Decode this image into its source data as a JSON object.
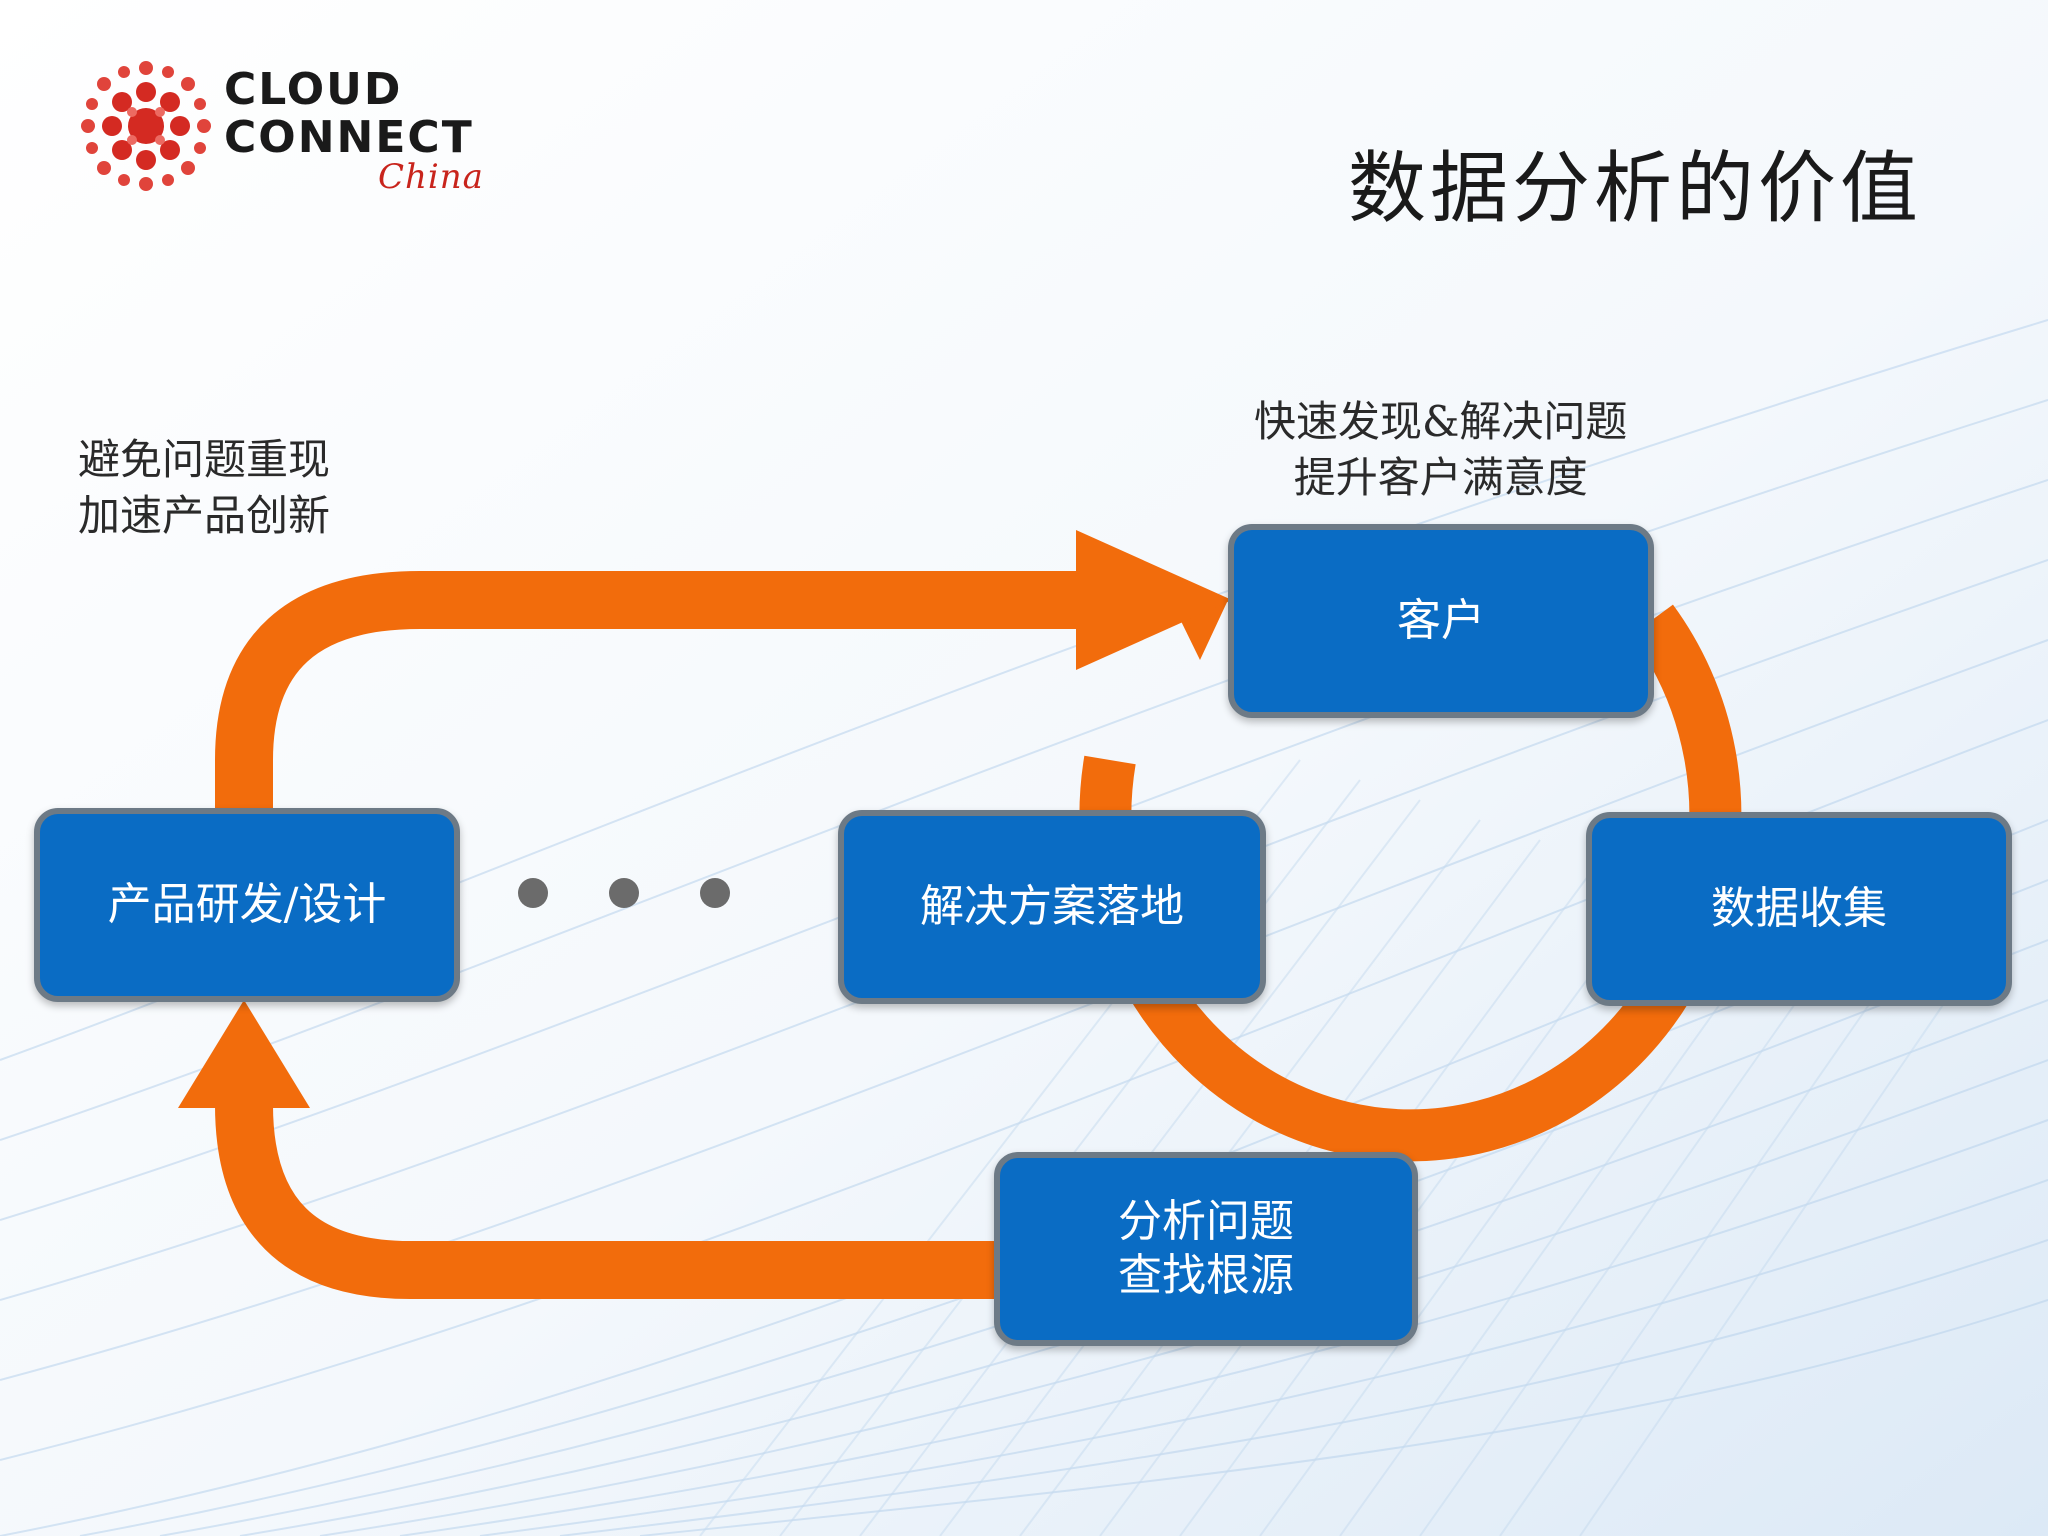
{
  "logo": {
    "line1": "CLOUD",
    "line2": "CONNECT",
    "line3": "China"
  },
  "title": "数据分析的价值",
  "notes": {
    "left": [
      "避免问题重现",
      "加速产品创新"
    ],
    "right": [
      "快速发现&解决问题",
      "提升客户满意度"
    ]
  },
  "nodes": {
    "customer": "客户",
    "product": "产品研发/设计",
    "solution": "解决方案落地",
    "collect": "数据收集",
    "analyze": [
      "分析问题",
      "查找根源"
    ]
  },
  "colors": {
    "arrow": "#f26c0c",
    "box_fill": "#0a6cc4",
    "box_border": "#6d7a86",
    "logo_red": "#c8241c",
    "dots": "#6b6b6b"
  }
}
